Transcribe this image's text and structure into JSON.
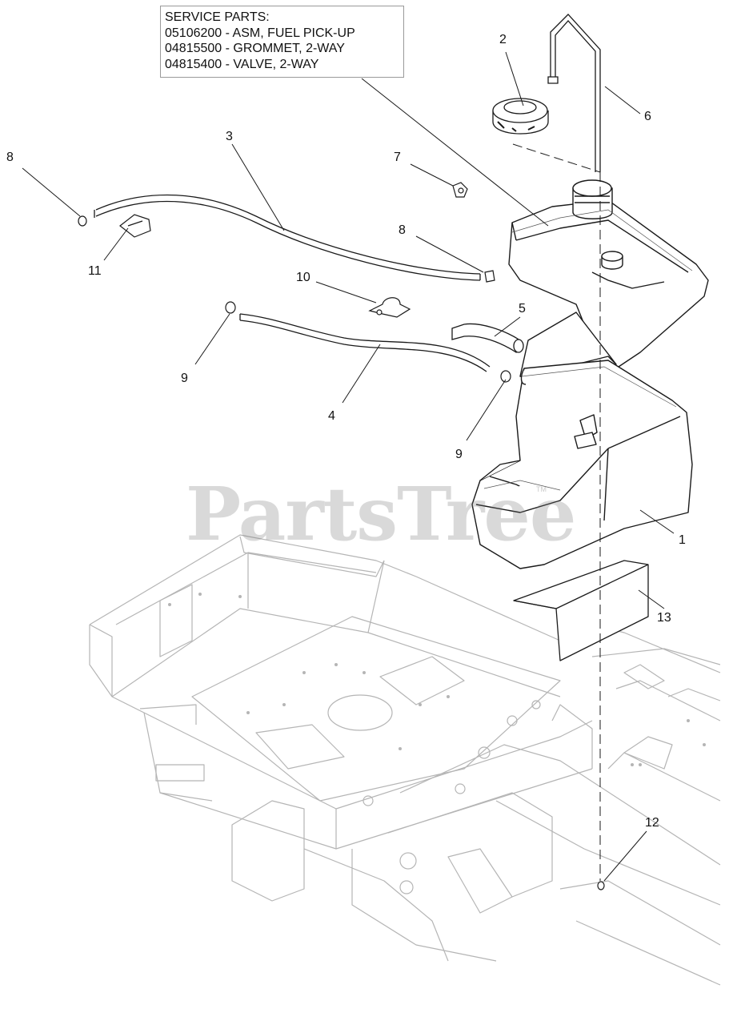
{
  "service_box": {
    "lines": [
      "SERVICE PARTS:",
      "05106200 - ASM, FUEL PICK-UP",
      "04815500 - GROMMET, 2-WAY",
      "04815400 - VALVE, 2-WAY"
    ]
  },
  "watermark": {
    "text": "PartsTree",
    "mark": "TM"
  },
  "callouts": [
    "1",
    "2",
    "3",
    "4",
    "5",
    "6",
    "7",
    "8",
    "8",
    "9",
    "9",
    "10",
    "11",
    "12",
    "13"
  ]
}
